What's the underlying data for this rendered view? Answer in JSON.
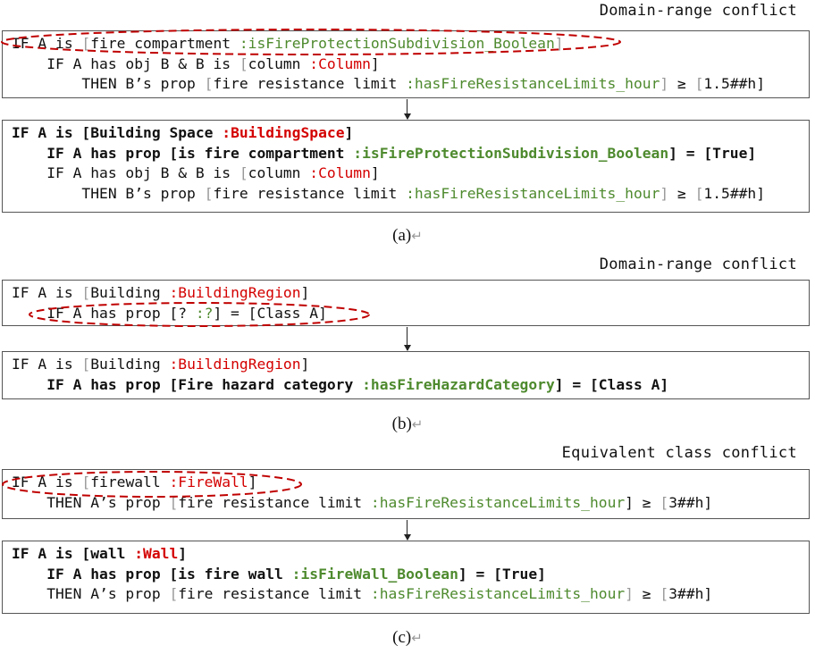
{
  "sections": [
    {
      "title": "Domain-range conflict",
      "caption": "(a)",
      "return_mark": "↵",
      "before": [
        {
          "indent": 0,
          "bold": false,
          "segs": [
            [
              "IF A is ",
              "k"
            ],
            [
              "[",
              "gr"
            ],
            [
              "fire compartment ",
              "k"
            ],
            [
              ":isFireProtectionSubdivision_Boolean",
              "g"
            ],
            [
              "]",
              "gr"
            ]
          ]
        },
        {
          "indent": 1,
          "bold": false,
          "segs": [
            [
              "IF A has obj B & B is ",
              "k"
            ],
            [
              "[",
              "gr"
            ],
            [
              "column ",
              "k"
            ],
            [
              ":Column",
              "r"
            ],
            [
              "]",
              "k"
            ]
          ]
        },
        {
          "indent": 2,
          "bold": false,
          "segs": [
            [
              "THEN B’s prop ",
              "k"
            ],
            [
              "[",
              "gr"
            ],
            [
              "fire resistance limit ",
              "k"
            ],
            [
              ":hasFireResistanceLimits_hour",
              "g"
            ],
            [
              "]",
              "gr"
            ],
            [
              " ≥ ",
              "k"
            ],
            [
              "[",
              "gr"
            ],
            [
              "1.5##h]",
              "k"
            ]
          ]
        }
      ],
      "after": [
        {
          "indent": 0,
          "bold": true,
          "segs": [
            [
              "IF A is [Building Space ",
              "k"
            ],
            [
              ":BuildingSpace",
              "r"
            ],
            [
              "]",
              "k"
            ]
          ]
        },
        {
          "indent": 1,
          "bold": true,
          "segs": [
            [
              "IF A has prop [is fire compartment ",
              "k"
            ],
            [
              ":isFireProtectionSubdivision_Boolean",
              "g"
            ],
            [
              "] = [True]",
              "k"
            ]
          ]
        },
        {
          "indent": 1,
          "bold": false,
          "segs": [
            [
              "IF A has obj B & B is ",
              "k"
            ],
            [
              "[",
              "gr"
            ],
            [
              "column ",
              "k"
            ],
            [
              ":Column",
              "r"
            ],
            [
              "]",
              "k"
            ]
          ]
        },
        {
          "indent": 2,
          "bold": false,
          "segs": [
            [
              "THEN B’s prop ",
              "k"
            ],
            [
              "[",
              "gr"
            ],
            [
              "fire resistance limit ",
              "k"
            ],
            [
              ":hasFireResistanceLimits_hour",
              "g"
            ],
            [
              "]",
              "gr"
            ],
            [
              " ≥ ",
              "k"
            ],
            [
              "[",
              "gr"
            ],
            [
              "1.5##h]",
              "k"
            ]
          ]
        }
      ]
    },
    {
      "title": "Domain-range conflict",
      "caption": "(b)",
      "return_mark": "↵",
      "before": [
        {
          "indent": 0,
          "bold": false,
          "segs": [
            [
              "IF A is ",
              "k"
            ],
            [
              "[",
              "gr"
            ],
            [
              "Building ",
              "k"
            ],
            [
              ":BuildingRegion",
              "r"
            ],
            [
              "]",
              "k"
            ]
          ]
        },
        {
          "indent": 1,
          "bold": false,
          "segs": [
            [
              "IF A has prop [? ",
              "k"
            ],
            [
              ":?",
              "g"
            ],
            [
              "] = [Class A]",
              "k"
            ]
          ]
        }
      ],
      "after": [
        {
          "indent": 0,
          "bold": false,
          "segs": [
            [
              "IF A is ",
              "k"
            ],
            [
              "[",
              "gr"
            ],
            [
              "Building ",
              "k"
            ],
            [
              ":BuildingRegion",
              "r"
            ],
            [
              "]",
              "k"
            ]
          ]
        },
        {
          "indent": 1,
          "bold": true,
          "segs": [
            [
              "IF A has prop [Fire hazard category ",
              "k"
            ],
            [
              ":hasFireHazardCategory",
              "g"
            ],
            [
              "] = [Class A]",
              "k"
            ]
          ]
        }
      ]
    },
    {
      "title": "Equivalent class conflict",
      "caption": "(c)",
      "return_mark": "↵",
      "before": [
        {
          "indent": 0,
          "bold": false,
          "segs": [
            [
              "IF A is ",
              "k"
            ],
            [
              "[",
              "gr"
            ],
            [
              "firewall ",
              "k"
            ],
            [
              ":FireWall",
              "r"
            ],
            [
              "]",
              "k"
            ]
          ]
        },
        {
          "indent": 1,
          "bold": false,
          "segs": [
            [
              "THEN A’s prop ",
              "k"
            ],
            [
              "[",
              "gr"
            ],
            [
              "fire resistance limit ",
              "k"
            ],
            [
              ":hasFireResistanceLimits_hour",
              "g"
            ],
            [
              "]",
              "k"
            ],
            [
              " ≥ ",
              "k"
            ],
            [
              "[",
              "gr"
            ],
            [
              "3##h]",
              "k"
            ]
          ]
        }
      ],
      "after": [
        {
          "indent": 0,
          "bold": true,
          "segs": [
            [
              "IF A is [wall ",
              "k"
            ],
            [
              ":Wall",
              "r"
            ],
            [
              "]",
              "k"
            ]
          ]
        },
        {
          "indent": 1,
          "bold": true,
          "segs": [
            [
              "IF A has prop [is fire wall ",
              "k"
            ],
            [
              ":isFireWall_Boolean",
              "g"
            ],
            [
              "] = [True]",
              "k"
            ]
          ]
        },
        {
          "indent": 1,
          "bold": false,
          "segs": [
            [
              "THEN A’s prop ",
              "k"
            ],
            [
              "[",
              "gr"
            ],
            [
              "fire resistance limit ",
              "k"
            ],
            [
              ":hasFireResistanceLimits_hour",
              "g"
            ],
            [
              "]",
              "gr"
            ],
            [
              " ≥ ",
              "k"
            ],
            [
              "[",
              "gr"
            ],
            [
              "3##h]",
              "k"
            ]
          ]
        }
      ]
    }
  ],
  "colors": {
    "green": "#4e8a2e",
    "red": "#d40000",
    "highlight": "#c00000"
  }
}
